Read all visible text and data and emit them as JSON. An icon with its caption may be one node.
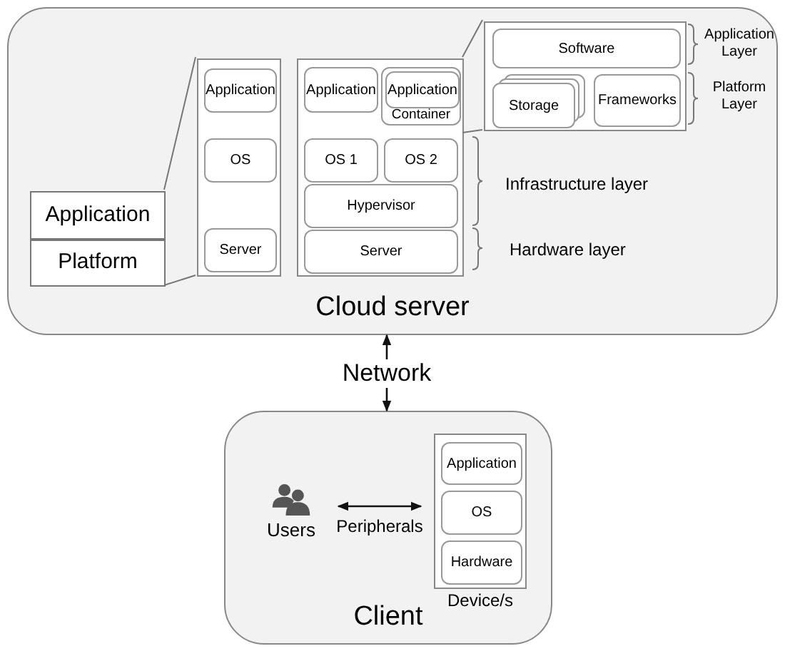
{
  "diagram": {
    "nodes": [
      {
        "text": [
          "Cloud server"
        ]
      },
      {
        "text": [
          "Application"
        ],
        "in": 0
      },
      {
        "text": [
          "Platform"
        ],
        "in": 0
      },
      {
        "text": [],
        "shape": "box",
        "in": 0
      },
      {
        "text": [
          "Application"
        ],
        "in": 3
      },
      {
        "text": [
          "OS"
        ],
        "in": 3
      },
      {
        "text": [
          "Server"
        ],
        "in": 3
      },
      {
        "text": [],
        "shape": "box",
        "in": 0
      },
      {
        "text": [
          "Application"
        ],
        "in": 7
      },
      {
        "text": [
          "Container"
        ],
        "in": 7
      },
      {
        "text": [
          "Application"
        ],
        "in": 9
      },
      {
        "text": [
          "OS 1"
        ],
        "in": 7
      },
      {
        "text": [
          "OS 2"
        ],
        "in": 7
      },
      {
        "text": [
          "Hypervisor"
        ],
        "in": 7
      },
      {
        "text": [
          "Server"
        ],
        "in": 7
      },
      {
        "text": [],
        "shape": "box",
        "in": 0
      },
      {
        "text": [
          "Software"
        ],
        "in": 15
      },
      {
        "text": [
          "Storage"
        ],
        "in": 15
      },
      {
        "text": [
          "Frameworks"
        ],
        "in": 15
      },
      {
        "text": [
          "Network"
        ]
      },
      {
        "text": [
          "Client"
        ]
      },
      {
        "text": [
          "Users"
        ],
        "in": 20
      },
      {
        "text": [],
        "shape": "box",
        "in": 20,
        "beside": [
          "Device/s"
        ]
      },
      {
        "text": [
          "Application"
        ],
        "in": 22
      },
      {
        "text": [
          "OS"
        ],
        "in": 22
      },
      {
        "text": [
          "Hardware"
        ],
        "in": 22
      }
    ],
    "edges": [
      {
        "from": 19,
        "to": 0,
        "arrow": "to",
        "color": "#111111"
      },
      {
        "from": 19,
        "to": 20,
        "arrow": "to",
        "color": "#111111"
      },
      {
        "from": 21,
        "to": 22,
        "arrow": "both",
        "label": "Peripherals",
        "color": "#111111"
      },
      {
        "from": 1,
        "to": 3,
        "arrow": "none"
      },
      {
        "from": 2,
        "to": 3,
        "arrow": "none"
      },
      {
        "from": 7,
        "to": 15,
        "arrow": "none"
      },
      {
        "from": 7,
        "to": 15,
        "arrow": "none"
      }
    ],
    "labels": [
      "Application Layer",
      "Platform Layer",
      "Infrastructure layer",
      "Hardware layer"
    ]
  }
}
